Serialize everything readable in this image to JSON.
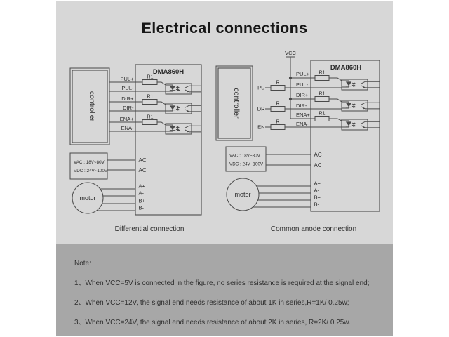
{
  "colors": {
    "panel_bg": "#d7d7d7",
    "note_bg": "#a7a7a7",
    "line": "#4a4a4a",
    "text": "#2b2b2b",
    "title_text": "#171717"
  },
  "title": "Electrical connections",
  "left": {
    "caption": "Differential connection",
    "controller_label": "controller",
    "driver_label": "DMA860H",
    "signal_labels": [
      "PUL+",
      "PUL-",
      "DIR+",
      "DIR-",
      "ENA+",
      "ENA-"
    ],
    "resistor_label": "R1",
    "power_lines": [
      "VAC : 18V~80V",
      "VDC : 24V~100V"
    ],
    "ac_labels": [
      "AC",
      "AC"
    ],
    "motor_label": "motor",
    "motor_terminals": [
      "A+",
      "A-",
      "B+",
      "B-"
    ]
  },
  "right": {
    "caption": "Common anode connection",
    "vcc_label": "VCC",
    "controller_label": "controller",
    "controller_outputs": [
      "PU",
      "DR",
      "EN"
    ],
    "series_resistor_label": "R",
    "driver_label": "DMA860H",
    "signal_labels": [
      "PUL+",
      "PUL-",
      "DIR+",
      "DIR-",
      "ENA+",
      "ENA-"
    ],
    "resistor_label": "R1",
    "power_lines": [
      "VAC : 18V~80V",
      "VDC : 24V~100V"
    ],
    "ac_labels": [
      "AC",
      "AC"
    ],
    "motor_label": "motor",
    "motor_terminals": [
      "A+",
      "A-",
      "B+",
      "B-"
    ]
  },
  "note": {
    "heading": "Note:",
    "items": [
      "1、When VCC=5V is connected in the figure, no series resistance is required at the signal end;",
      "2、When VCC=12V, the signal end needs resistance of about 1K in series,R=1K/ 0.25w;",
      "3、When VCC=24V, the signal end needs resistance of about 2K in series, R=2K/ 0.25w."
    ]
  }
}
